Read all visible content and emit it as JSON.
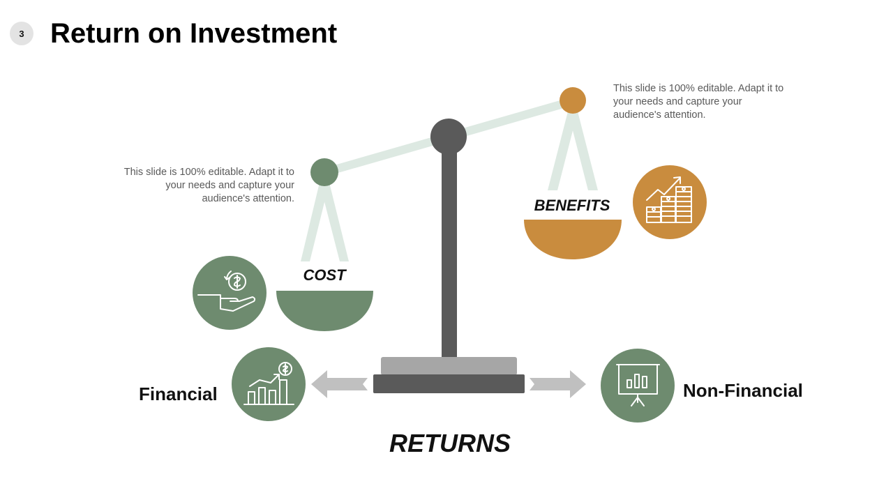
{
  "slide": {
    "page_number": "3",
    "title": "Return on Investment"
  },
  "descriptions": {
    "left": "This slide is 100% editable. Adapt it to your needs and capture your audience's attention.",
    "right": "This slide is 100% editable. Adapt it to your needs and capture your audience's attention."
  },
  "pans": {
    "cost_label": "COST",
    "benefits_label": "BENEFITS"
  },
  "outcomes": {
    "financial_label": "Financial",
    "non_financial_label": "Non-Financial",
    "returns_label": "RETURNS"
  },
  "icons": {
    "cost": "hand-coin-icon",
    "benefits": "money-growth-icon",
    "financial": "bar-chart-dollar-icon",
    "non_financial": "presentation-board-icon"
  },
  "colors": {
    "green": "#6e8b6f",
    "gold": "#c98c3e",
    "beam": "#dde9e2",
    "pillar": "#5a5a5a",
    "base_top": "#a6a6a6",
    "arrow": "#c0c0c0"
  }
}
